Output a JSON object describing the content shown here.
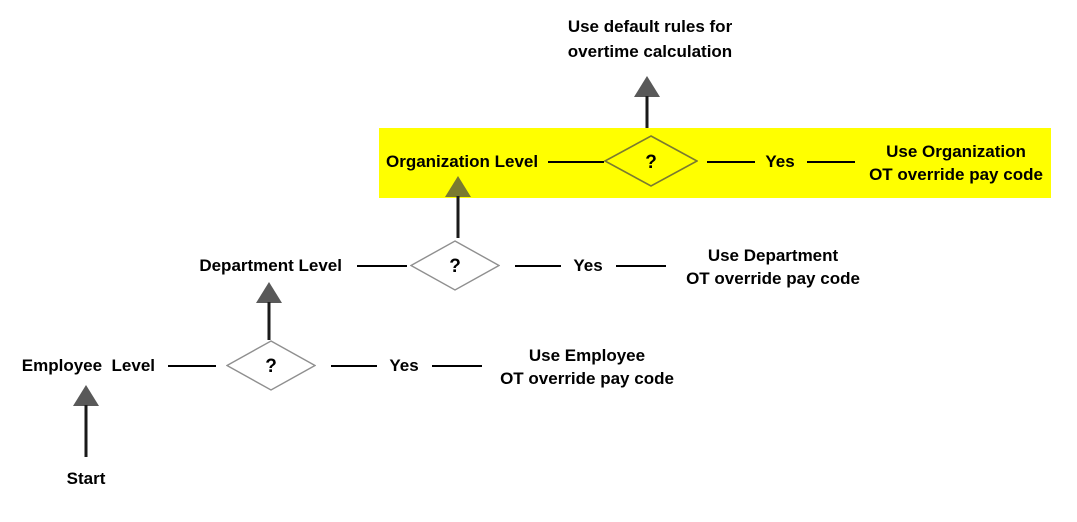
{
  "diagram": {
    "title_text": "Use default rules for\novertime calculation",
    "colors": {
      "highlight": "#ffff00",
      "line": "#000000",
      "diamond_stroke": "#808080",
      "arrow": "#595959",
      "text": "#000000"
    },
    "top_outcome": {
      "line1": "Use default rules for",
      "line2": "overtime calculation"
    },
    "start_label": "Start",
    "decision_symbol": "?",
    "branch_label": "Yes",
    "rows": [
      {
        "id": "organization",
        "level_label": "Organization Level",
        "decision": "?",
        "branch": "Yes",
        "outcome_line1": "Use Organization",
        "outcome_line2": "OT override pay code",
        "highlighted": "true"
      },
      {
        "id": "department",
        "level_label": "Department Level",
        "decision": "?",
        "branch": "Yes",
        "outcome_line1": "Use Department",
        "outcome_line2": "OT override pay code",
        "highlighted": "false"
      },
      {
        "id": "employee",
        "level_label": "Employee  Level",
        "decision": "?",
        "branch": "Yes",
        "outcome_line1": "Use Employee",
        "outcome_line2": "OT override pay code",
        "highlighted": "false"
      }
    ]
  }
}
